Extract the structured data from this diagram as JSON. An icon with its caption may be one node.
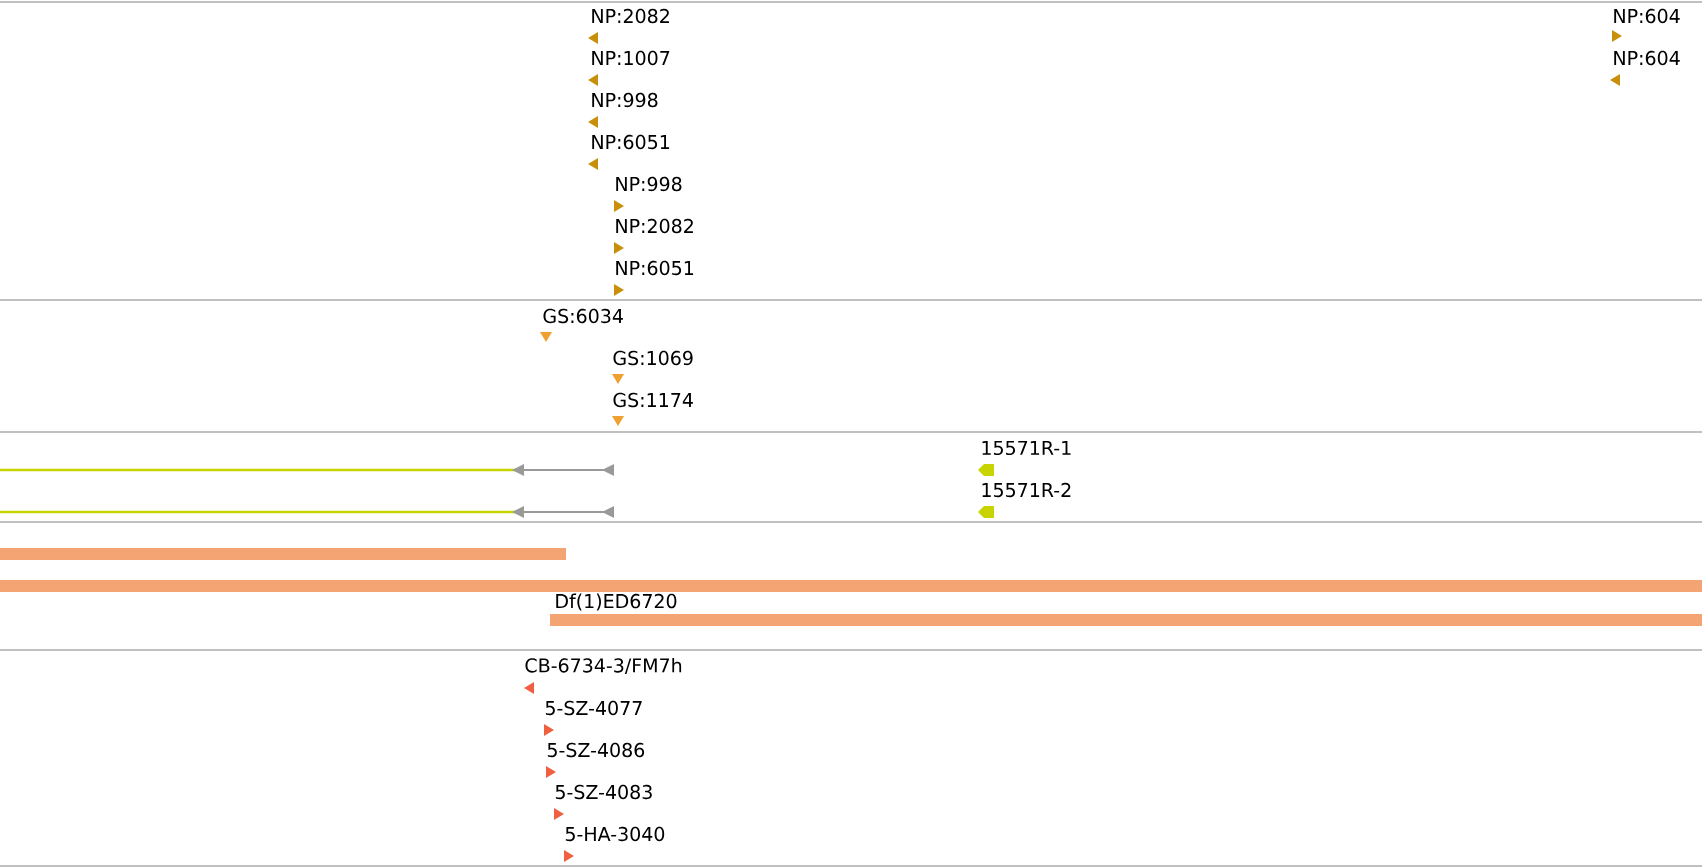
{
  "diagram": {
    "labels": [
      "NP:2082",
      "NP:604",
      "NP:1007",
      "NP:604",
      "NP:998",
      "NP:6051",
      "NP:998",
      "NP:2082",
      "NP:6051",
      "GS:6034",
      "GS:1069",
      "GS:1174",
      "15571R-1",
      "15571R-2",
      "Df(1)ED6720",
      "CB-6734-3/FM7h",
      "5-SZ-4077",
      "5-SZ-4086",
      "5-SZ-4083",
      "5-HA-3040"
    ]
  }
}
